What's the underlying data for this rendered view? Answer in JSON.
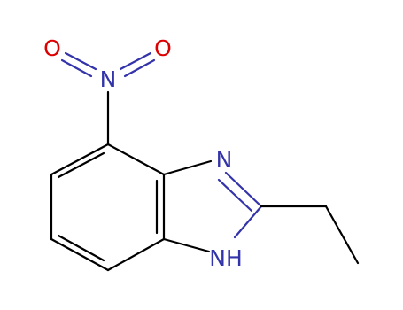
{
  "molecule": {
    "atoms": {
      "nitro_o_left": "O",
      "nitro_o_right": "O",
      "nitro_n": "N",
      "imidazole_n3": "N",
      "imidazole_n1h": "NH"
    },
    "colors": {
      "bond": "#000000",
      "nitrogen": "#3333aa",
      "oxygen": "#dd0000",
      "background": "#ffffff"
    }
  }
}
